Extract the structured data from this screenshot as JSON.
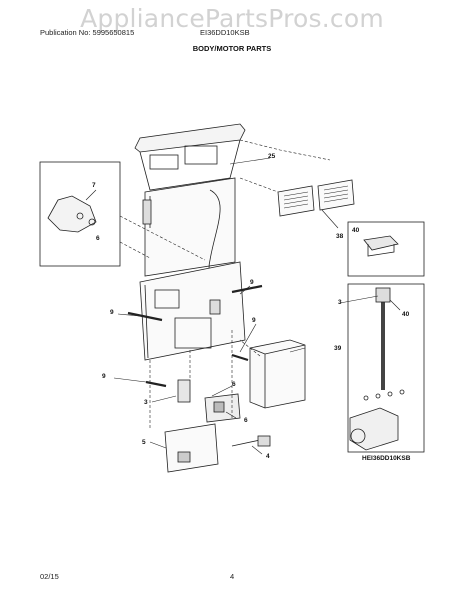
{
  "watermark": "AppliancePartsPros.com",
  "header": {
    "publication": "Publication No: 5995650815",
    "model": "EI36DD10KSB",
    "title": "BODY/MOTOR PARTS"
  },
  "footer": {
    "date": "02/15",
    "page": "4"
  },
  "diagram": {
    "model_tag": "HEI36DD10KSB",
    "callouts": [
      "25",
      "7",
      "6",
      "38",
      "40",
      "9",
      "9",
      "3",
      "40",
      "9",
      "39",
      "9",
      "3",
      "6",
      "6",
      "5",
      "4"
    ]
  }
}
